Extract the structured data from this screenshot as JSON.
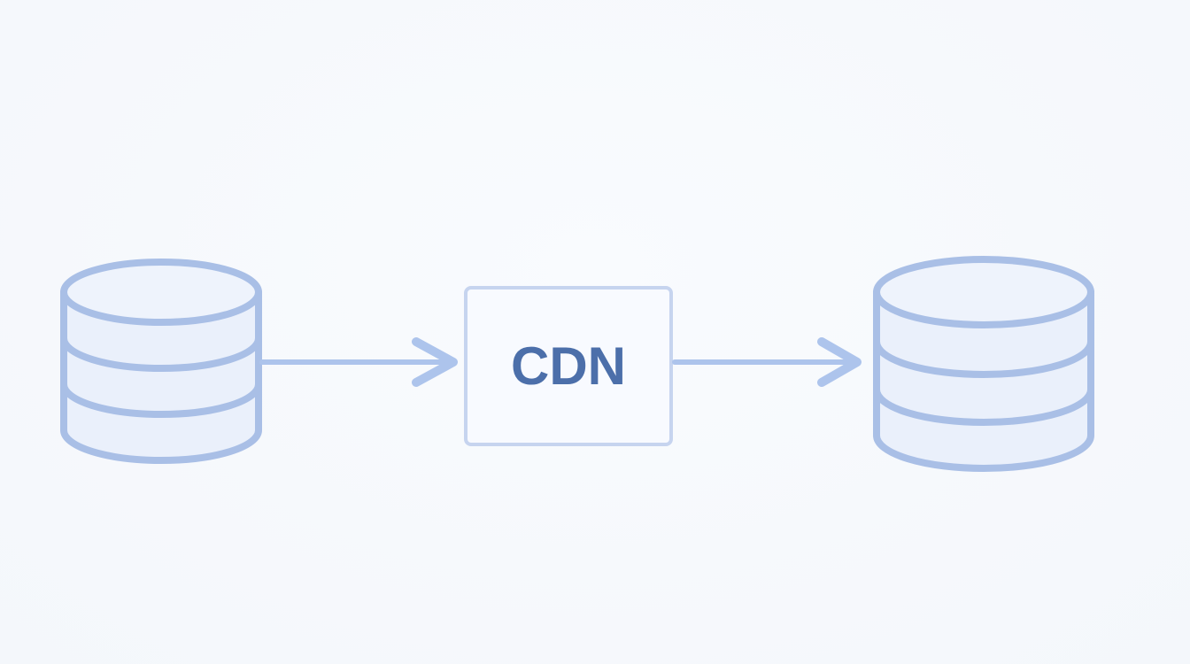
{
  "diagram": {
    "nodes": [
      {
        "id": "source-db",
        "shape": "database-cylinder",
        "label": ""
      },
      {
        "id": "cdn",
        "shape": "rectangle",
        "label": "CDN"
      },
      {
        "id": "target-db",
        "shape": "database-cylinder",
        "label": ""
      }
    ],
    "edges": [
      {
        "from": "source-db",
        "to": "cdn",
        "direction": "forward"
      },
      {
        "from": "cdn",
        "to": "target-db",
        "direction": "forward"
      }
    ],
    "colors": {
      "stroke": "#a9bfe6",
      "fill": "#eaf0fb",
      "box_stroke": "#c6d4ef",
      "box_fill": "#f8faff",
      "label_text": "#4c6faa",
      "arrow": "#adc4ec"
    }
  }
}
